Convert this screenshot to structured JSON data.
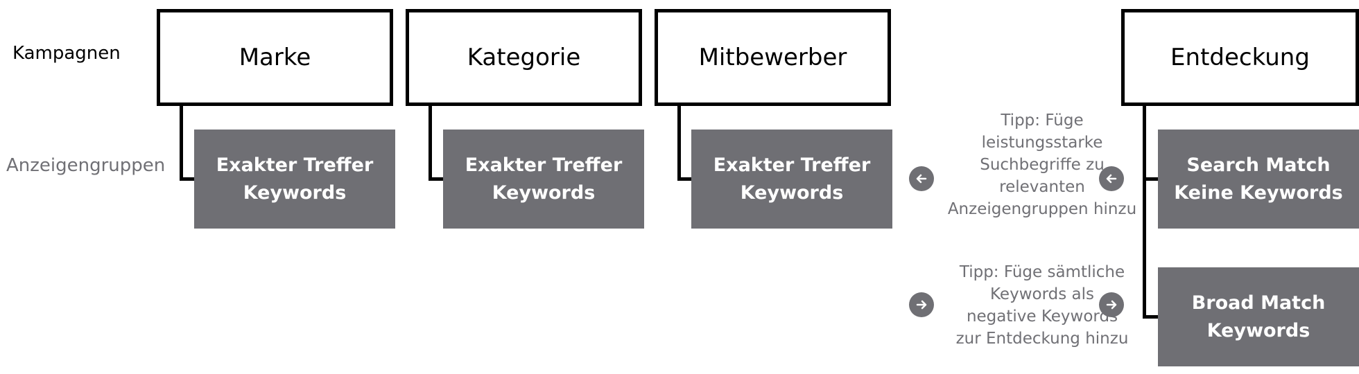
{
  "labels": {
    "campaigns": "Kampagnen",
    "ad_groups": "Anzeigengruppen"
  },
  "campaigns": [
    {
      "label": "Marke"
    },
    {
      "label": "Kategorie"
    },
    {
      "label": "Mitbewerber"
    },
    {
      "label": "Entdeckung"
    }
  ],
  "ad_groups": [
    {
      "label": "Exakter Treffer\nKeywords"
    },
    {
      "label": "Exakter Treffer\nKeywords"
    },
    {
      "label": "Exakter Treffer\nKeywords"
    },
    {
      "label": "Search Match\nKeine Keywords"
    },
    {
      "label": "Broad Match\nKeywords"
    }
  ],
  "tips": [
    {
      "text": "Tipp: Füge\nleistungsstarke\nSuchbegriffe zu\nrelevanten\nAnzeigengruppen hinzu"
    },
    {
      "text": "Tipp: Füge sämtliche\nKeywords als\nnegative Keywords\nzur Entdeckung hinzu"
    }
  ],
  "colors": {
    "ad_group_fill": "#6f6f74",
    "border": "#000000",
    "muted_text": "#707075"
  }
}
